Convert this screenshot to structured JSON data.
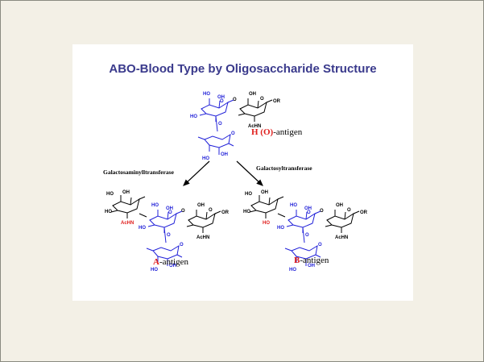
{
  "slide": {
    "title": "ABO-Blood Type by Oligosaccharide Structure",
    "enzymes": {
      "left": "Galactosaminylltransferase",
      "right": "Galactosyltransferase"
    },
    "antigens": {
      "h": {
        "highlight": "H (O)",
        "suffix": "-antigen"
      },
      "a": {
        "highlight": "A",
        "suffix": "-antigen"
      },
      "b": {
        "highlight": "B",
        "suffix": "-antigen"
      }
    },
    "chem_labels": {
      "ho": "HO",
      "oh": "OH",
      "o": "O",
      "or": "OR",
      "achn": "AcHN"
    }
  },
  "colors": {
    "blue": "#2020d8",
    "red": "#e0201e",
    "title": "#3a3a8c"
  }
}
